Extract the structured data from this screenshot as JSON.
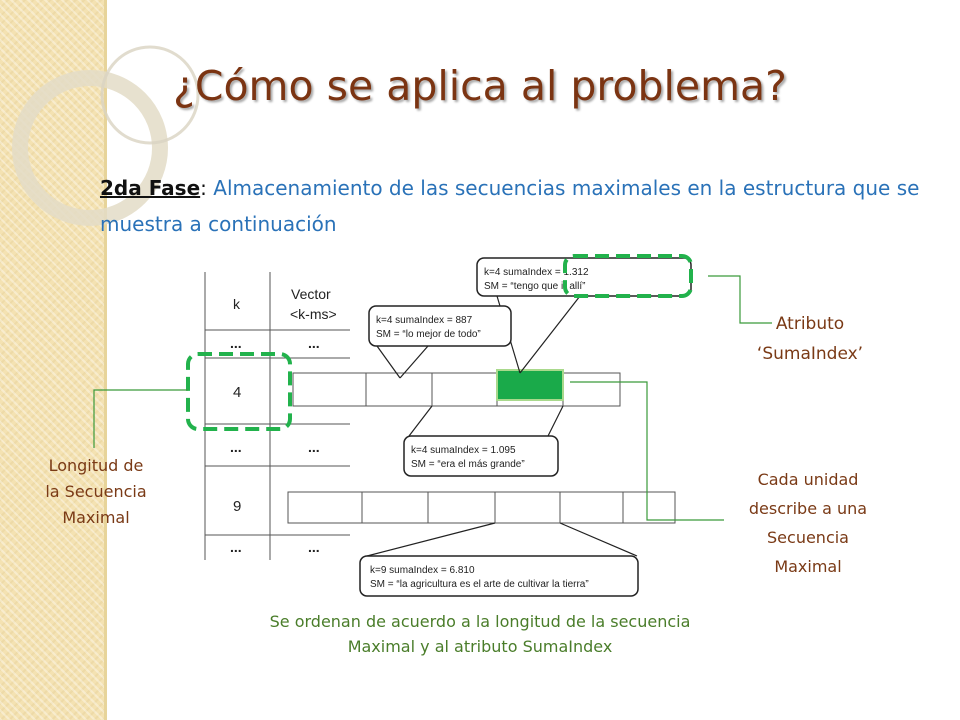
{
  "title": "¿Cómo se aplica al problema?",
  "subtitle": {
    "phase": "2da Fase",
    "colon": ":",
    "text": " Almacenamiento de las secuencias maximales en la estructura que se muestra a continuación"
  },
  "table": {
    "header_k": "k",
    "header_vector_line1": "Vector",
    "header_vector_line2": "<k-ms>",
    "ellipsis": "...",
    "row_4": "4",
    "row_9": "9"
  },
  "callouts": {
    "top_line1": "k=4  sumaIndex = 1.312",
    "top_line2": "SM = “tengo que ir allí”",
    "left_line1": "k=4  sumaIndex = 887",
    "left_line2": "SM = “lo mejor de todo”",
    "middle_line1": "k=4  sumaIndex = 1.095",
    "middle_line2": "SM = “era el más grande”",
    "bottom_line1": "k=9  sumaIndex = 6.810",
    "bottom_line2": "SM = “la agricultura es el arte de cultivar la tierra”"
  },
  "annotations": {
    "sumaindex_line1": "Atributo",
    "sumaindex_line2": "‘SumaIndex’",
    "longitud_line1": "Longitud de",
    "longitud_line2": "la Secuencia",
    "longitud_line3": "Maximal",
    "cada_line1": "Cada unidad",
    "cada_line2": "describe a una",
    "cada_line3": "Secuencia",
    "cada_line4": "Maximal"
  },
  "caption": {
    "line1": "Se ordenan de acuerdo a la longitud de la secuencia",
    "line2": "Maximal y al atributo SumaIndex"
  },
  "colors": {
    "title": "#7b3412",
    "subtitle": "#2a72b8",
    "annotation": "#7a3a16",
    "caption": "#4a7d2a",
    "highlight_fill": "#1aaa4a",
    "dashed_green": "#22b24c",
    "connector": "#3a9a3a"
  }
}
